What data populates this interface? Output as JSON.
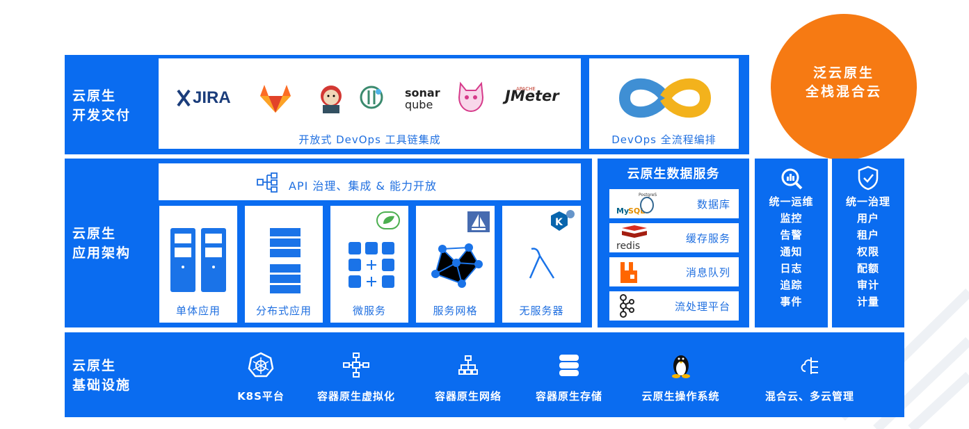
{
  "bubble": {
    "line1": "泛云原生",
    "line2": "全栈混合云",
    "color": "#f67a13"
  },
  "row1": {
    "title_line1": "云原生",
    "title_line2": "开发交付",
    "toolchain_caption": "开放式 DevOps 工具链集成",
    "orchestration_caption": "DevOps 全流程编排",
    "tools": {
      "jira": "JIRA",
      "sonar_1": "sonar",
      "sonar_2": "qube",
      "jmeter_small": "APACHE",
      "jmeter": "JMeter"
    }
  },
  "row2": {
    "title_line1": "云原生",
    "title_line2": "应用架构",
    "api_label": "API 治理、集成 & 能力开放",
    "apps": [
      "单体应用",
      "分布式应用",
      "微服务",
      "服务网格",
      "无服务器"
    ],
    "data": {
      "title": "云原生数据服务",
      "items": [
        "数据库",
        "缓存服务",
        "消息队列",
        "流处理平台"
      ],
      "logos": {
        "mysql": "MySQL",
        "postgres": "PostgreSQL",
        "redis": "redis"
      }
    },
    "ops": {
      "title": "统一运维",
      "items": [
        "监控",
        "告警",
        "通知",
        "日志",
        "追踪",
        "事件"
      ]
    },
    "gov": {
      "title": "统一治理",
      "items": [
        "用户",
        "租户",
        "权限",
        "配额",
        "审计",
        "计量"
      ]
    }
  },
  "row3": {
    "title_line1": "云原生",
    "title_line2": "基础设施",
    "items": [
      "K8S平台",
      "容器原生虚拟化",
      "容器原生网络",
      "容器原生存储",
      "云原生操作系统",
      "混合云、多云管理"
    ]
  },
  "colors": {
    "primary": "#0a6cf0",
    "text_blue": "#1f6fe0"
  }
}
